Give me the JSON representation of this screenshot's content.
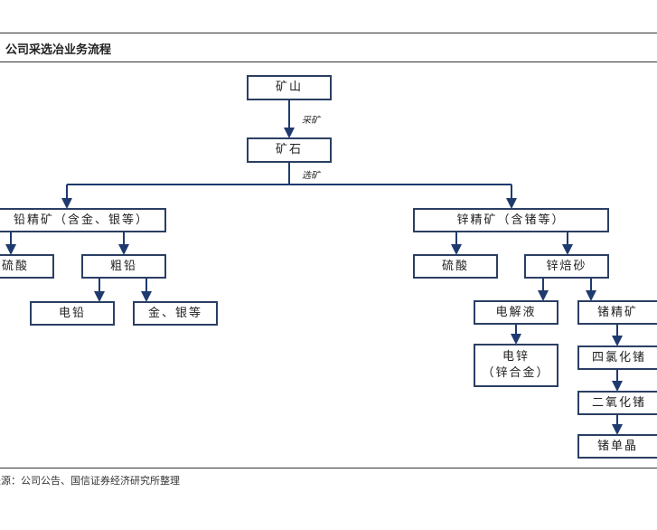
{
  "title": "公司采选冶业务流程",
  "source": "来源：公司公告、国信证券经济研究所整理",
  "colors": {
    "box_border": "#2b3f63",
    "arrow": "#1f3a6e"
  },
  "nodes": {
    "mine": "矿山",
    "ore": "矿石",
    "lead_conc": "铅精矿（含金、银等）",
    "zinc_conc": "锌精矿（含锗等）",
    "sulfuric_left": "硫酸",
    "crude_lead": "粗铅",
    "electro_lead": "电铅",
    "gold_silver": "金、银等",
    "sulfuric_right": "硫酸",
    "zinc_calcine": "锌焙砂",
    "electrolyte": "电解液",
    "ge_conc": "锗精矿",
    "electro_zinc_1": "电锌",
    "electro_zinc_2": "（锌合金）",
    "gecl4": "四氯化锗",
    "geo2": "二氧化锗",
    "ge_crystal": "锗单晶"
  },
  "edge_labels": {
    "mining": "采矿",
    "dressing": "选矿"
  }
}
